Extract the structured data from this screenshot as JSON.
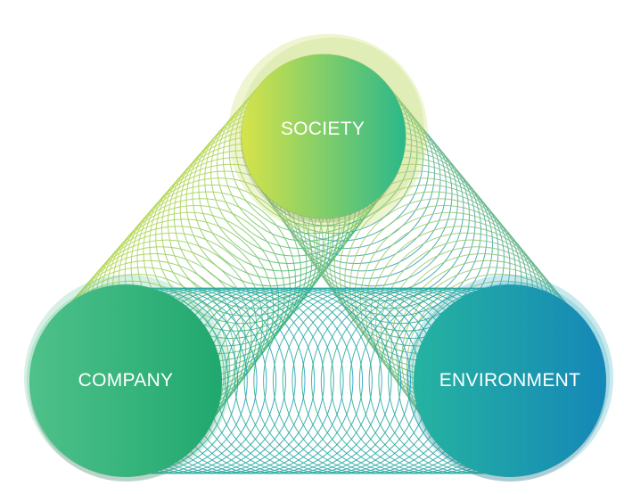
{
  "nodes": {
    "society": {
      "label": "SOCIETY"
    },
    "company": {
      "label": "COMPANY"
    },
    "environment": {
      "label": "ENVIRONMENT"
    }
  },
  "colors": {
    "society_gradient": [
      "#d7e34a",
      "#2bb88a"
    ],
    "company_gradient": [
      "#4fc18a",
      "#1fa86f"
    ],
    "environment_gradient": [
      "#25b3a0",
      "#1587b8"
    ],
    "rings_yellow_green": "#b9d94a",
    "rings_green": "#3cb77c",
    "rings_blue": "#19a3c8"
  }
}
